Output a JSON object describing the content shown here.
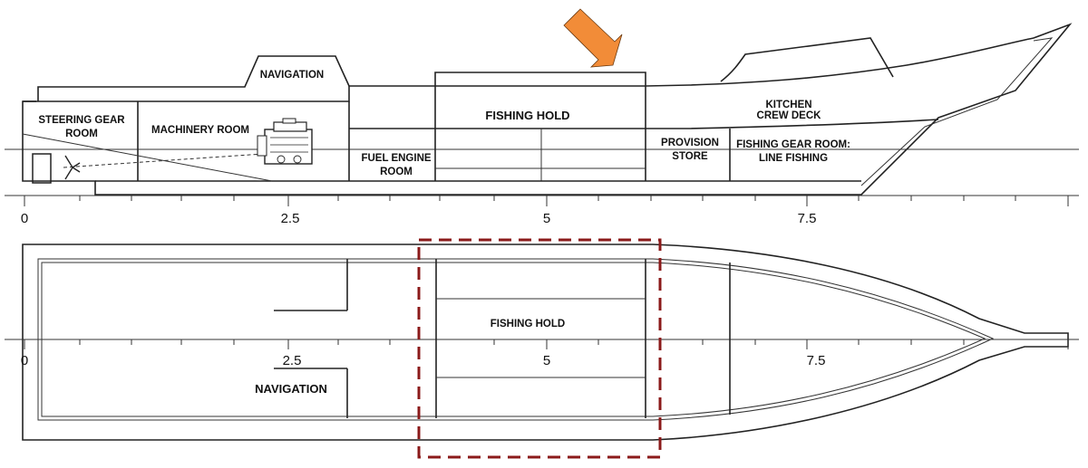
{
  "side_view": {
    "labels": {
      "navigation": "NAVIGATION",
      "steering_gear_room_1": "STEERING GEAR",
      "steering_gear_room_2": "ROOM",
      "machinery_room": "MACHINERY ROOM",
      "fuel_engine_room_1": "FUEL ENGINE",
      "fuel_engine_room_2": "ROOM",
      "fishing_hold": "FISHING HOLD",
      "provision_store_1": "PROVISION",
      "provision_store_2": "STORE",
      "kitchen_1": "KITCHEN",
      "kitchen_2": "CREW DECK",
      "fishing_gear_room_1": "FISHING GEAR ROOM:",
      "fishing_gear_room_2": "LINE FISHING"
    },
    "scale_ticks": [
      "0",
      "2.5",
      "5",
      "7.5"
    ]
  },
  "plan_view": {
    "labels": {
      "fishing_hold": "FISHING HOLD",
      "navigation": "NAVIGATION"
    },
    "scale_ticks": [
      "0",
      "2.5",
      "5",
      "7.5"
    ]
  },
  "colors": {
    "arrow": "#F28C38",
    "highlight_box": "#8B1A1A",
    "lines": "#222222"
  }
}
